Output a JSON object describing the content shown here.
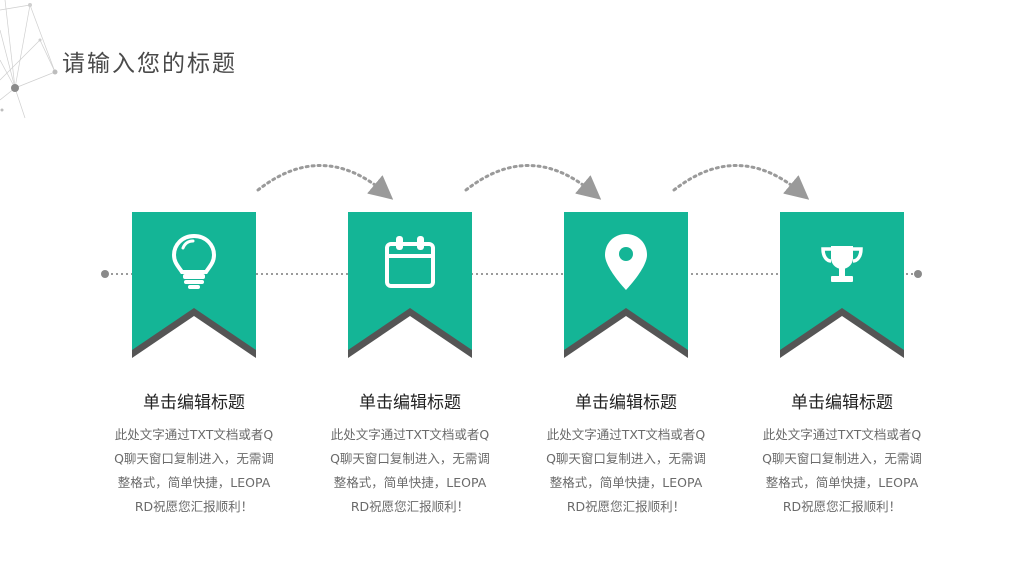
{
  "page": {
    "title": "请输入您的标题"
  },
  "colors": {
    "accent": "#14b596",
    "shadow": "#555555",
    "dots": "#9a9a9a",
    "title_text": "#4a4a4a",
    "body_text": "#6a6a6a"
  },
  "steps": [
    {
      "icon": "lightbulb-icon",
      "title": "单击编辑标题",
      "desc": "此处文字通过TXT文档或者QQ聊天窗口复制进入，无需调整格式，简单快捷，LEOPARD祝愿您汇报顺利！"
    },
    {
      "icon": "calendar-icon",
      "title": "单击编辑标题",
      "desc": "此处文字通过TXT文档或者QQ聊天窗口复制进入，无需调整格式，简单快捷，LEOPARD祝愿您汇报顺利！"
    },
    {
      "icon": "location-pin-icon",
      "title": "单击编辑标题",
      "desc": "此处文字通过TXT文档或者QQ聊天窗口复制进入，无需调整格式，简单快捷，LEOPARD祝愿您汇报顺利！"
    },
    {
      "icon": "trophy-icon",
      "title": "单击编辑标题",
      "desc": "此处文字通过TXT文档或者QQ聊天窗口复制进入，无需调整格式，简单快捷，LEOPARD祝愿您汇报顺利！"
    }
  ]
}
